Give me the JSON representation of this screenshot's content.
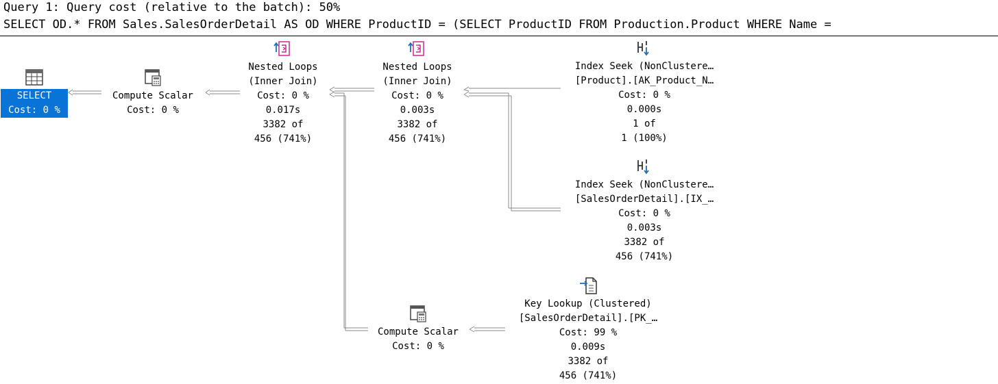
{
  "header": {
    "query_cost_line": "Query 1: Query cost (relative to the batch): 50%",
    "query_text": "SELECT OD.* FROM Sales.SalesOrderDetail AS OD WHERE ProductID = (SELECT ProductID FROM Production.Product WHERE Name ="
  },
  "colors": {
    "selection_bg": "#0a74d6",
    "join_icon": "#cc2a8a",
    "seek_icon": "#1e6fb8"
  },
  "plan": {
    "select": {
      "icon": "table-grid-icon",
      "label": "SELECT",
      "cost": "Cost: 0 %"
    },
    "compute_scalar_top": {
      "icon": "compute-scalar-icon",
      "label": "Compute Scalar",
      "cost": "Cost: 0 %"
    },
    "nested_loops_outer": {
      "icon": "nested-loops-icon",
      "label": "Nested Loops",
      "join_type": "(Inner Join)",
      "cost": "Cost: 0 %",
      "time": "0.017s",
      "rows_actual": "3382 of",
      "rows_estimated": "456 (741%)"
    },
    "nested_loops_inner": {
      "icon": "nested-loops-icon",
      "label": "Nested Loops",
      "join_type": "(Inner Join)",
      "cost": "Cost: 0 %",
      "time": "0.003s",
      "rows_actual": "3382 of",
      "rows_estimated": "456 (741%)"
    },
    "index_seek_product": {
      "icon": "index-seek-icon",
      "label": "Index Seek (NonClustere…",
      "object": "[Product].[AK_Product_N…",
      "cost": "Cost: 0 %",
      "time": "0.000s",
      "rows_actual": "1 of",
      "rows_estimated": "1 (100%)"
    },
    "index_seek_detail": {
      "icon": "index-seek-icon",
      "label": "Index Seek (NonClustere…",
      "object": "[SalesOrderDetail].[IX_…",
      "cost": "Cost: 0 %",
      "time": "0.003s",
      "rows_actual": "3382 of",
      "rows_estimated": "456 (741%)"
    },
    "compute_scalar_bottom": {
      "icon": "compute-scalar-icon",
      "label": "Compute Scalar",
      "cost": "Cost: 0 %"
    },
    "key_lookup": {
      "icon": "key-lookup-icon",
      "label": "Key Lookup (Clustered)",
      "object": "[SalesOrderDetail].[PK_…",
      "cost": "Cost: 99 %",
      "time": "0.009s",
      "rows_actual": "3382 of",
      "rows_estimated": "456 (741%)"
    }
  }
}
